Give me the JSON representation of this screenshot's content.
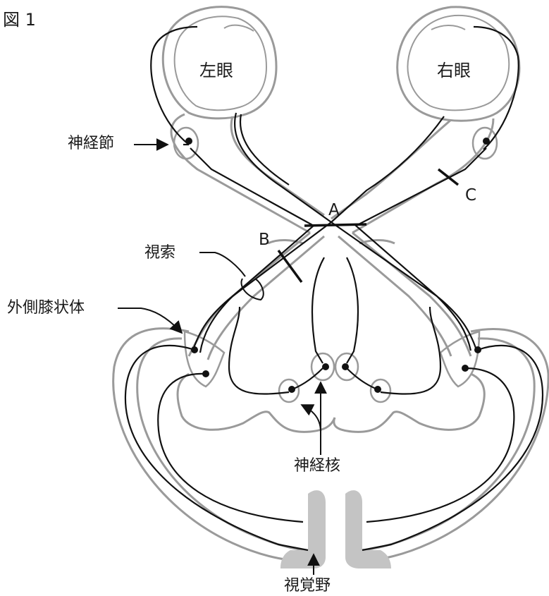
{
  "figure_label": "図 1",
  "labels": {
    "left_eye": "左眼",
    "right_eye": "右眼",
    "ganglion": "神経節",
    "optic_tract": "視索",
    "lgn": "外側膝状体",
    "nucleus": "神経核",
    "visual_cortex": "視覚野"
  },
  "cut_labels": {
    "a": "A",
    "b": "B",
    "c": "C"
  },
  "colors": {
    "outline": "#9a9a9a",
    "fiber": "#111111",
    "cortex_fill": "#c4c4c4"
  }
}
